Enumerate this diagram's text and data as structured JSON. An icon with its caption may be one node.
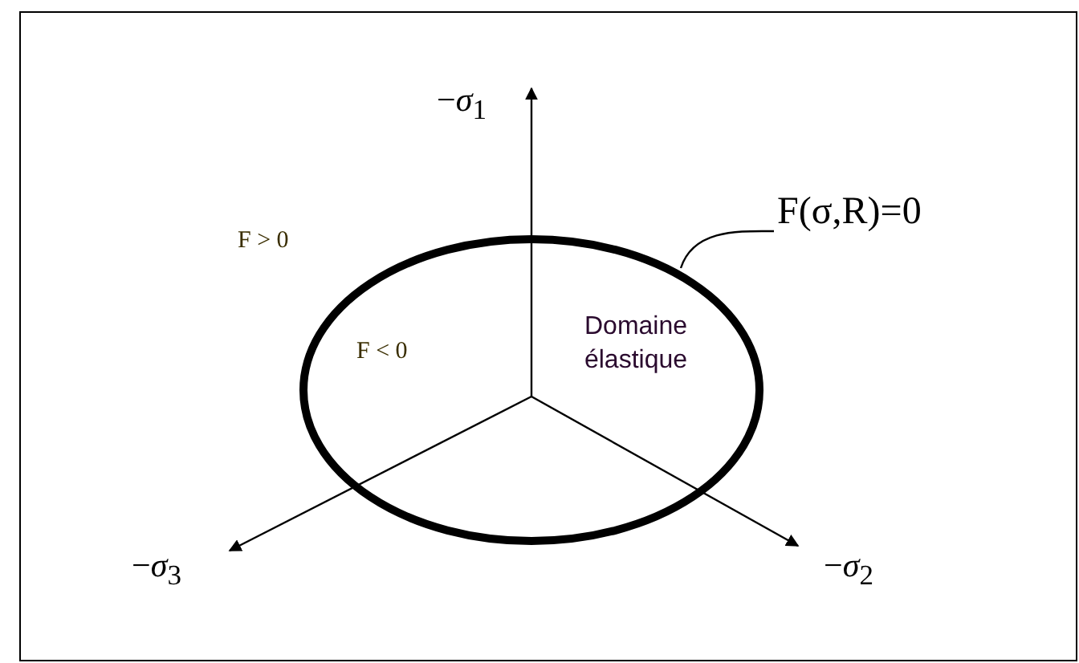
{
  "diagram": {
    "nodes": [
      {
        "text": [
          "F < 0",
          "Domaine élastique"
        ]
      },
      {
        "text": [
          "F(σ,R)=0"
        ]
      }
    ],
    "edges": [
      {
        "from": 1,
        "to": 0,
        "arrow": "none"
      }
    ],
    "labels": [
      "−*σ*$_{1}$",
      "F > 0",
      "−*σ*$_{3}$",
      "−*σ*$_{2}$"
    ]
  }
}
